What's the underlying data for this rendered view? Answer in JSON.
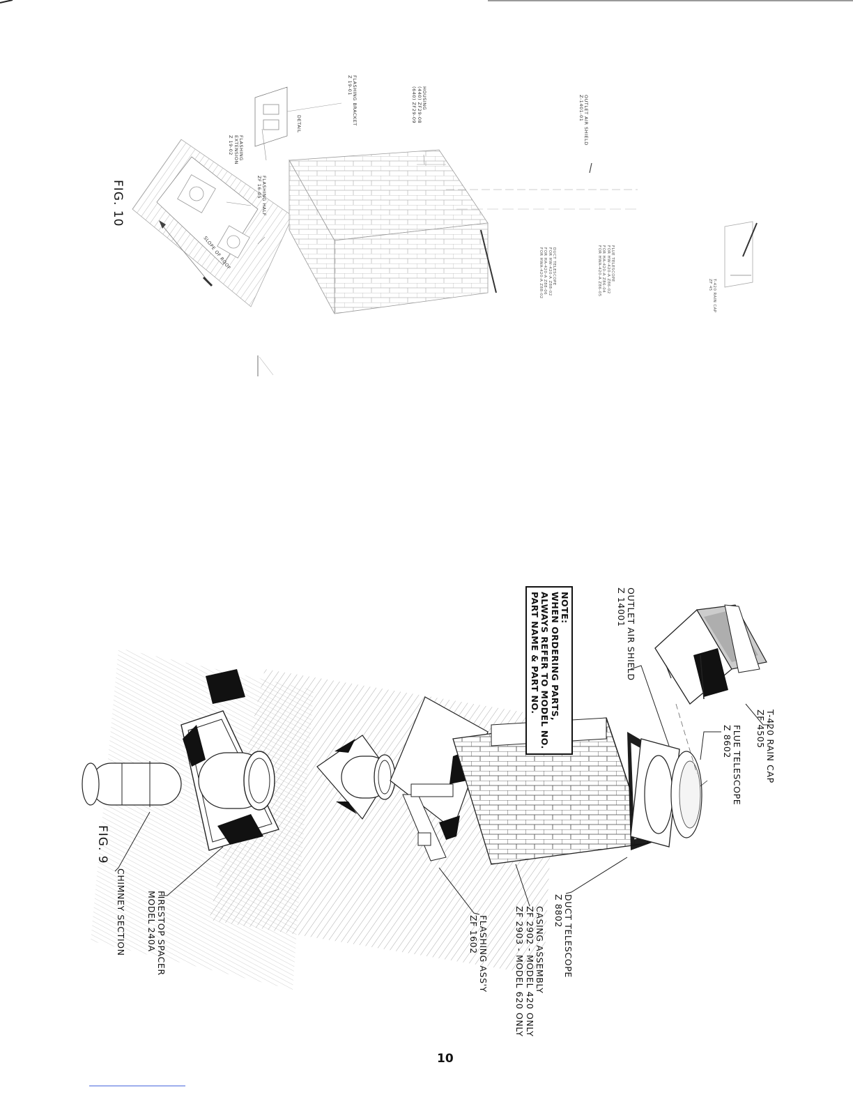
{
  "page_number": "10",
  "fig9": {
    "caption": "FIG. 9",
    "labels": {
      "rain_cap": [
        "T-420 RAIN CAP",
        "ZF 4505"
      ],
      "flue_telescope": [
        "FLUE TELESCOPE",
        "Z 8602"
      ],
      "outlet_air_shield": [
        "OUTLET AIR SHIELD",
        "Z 14001"
      ],
      "duct_telescope": [
        "DUCT TELESCOPE",
        "Z 8802"
      ],
      "casing_assembly": [
        "CASING ASSEMBLY",
        "ZF 2902 - MODEL 420 ONLY",
        "ZF 2903 - MODEL 620 ONLY"
      ],
      "flashing_assy": [
        "FLASHING ASS'Y",
        "ZF 1602"
      ],
      "firestop_spacer": [
        "FIRESTOP SPACER",
        "MODEL 240A"
      ],
      "chimney_section": [
        "CHIMNEY SECTION"
      ]
    },
    "note": [
      "NOTE:",
      "WHEN ORDERING PARTS,",
      "ALWAYS REFER TO MODEL NO.",
      "PART NAME & PART NO."
    ]
  },
  "fig10": {
    "caption": "FIG. 10",
    "labels": {
      "outlet_air_shield": [
        "OUTLET AIR SHIELD",
        "Z-1401-01"
      ],
      "housing": [
        "HOUSING",
        "(440) ZF29-08",
        "(640) ZF29-09"
      ],
      "flashing_bracket": [
        "FLASHING BRACKET",
        "Z 19-01"
      ],
      "detail": [
        "DETAIL"
      ],
      "flashing_extension": [
        "FLASHING",
        "EXTENSION",
        "Z 19-02"
      ],
      "flashing_half": [
        "FLASHING HALF",
        "ZF 16-05"
      ],
      "slope_of_roof": [
        "SLOPE OF ROOF"
      ]
    },
    "faint_labels": {
      "flue_telescope": [
        "FLUE TELESCOPE",
        "FOR HW-420-A Z86-02",
        "FOR HA-420-A Z86-04",
        "FOR HWA-420-A Z86-05"
      ],
      "duct_telescope": [
        "DUCT TELESCOPE",
        "FOR HW-420-A Z88-02",
        "FOR HA-420-A Z88-06",
        "FOR HWA-420-A Z88-02"
      ],
      "rain_cap": [
        "T-420 RAIN CAP",
        "ZF 45"
      ]
    }
  }
}
